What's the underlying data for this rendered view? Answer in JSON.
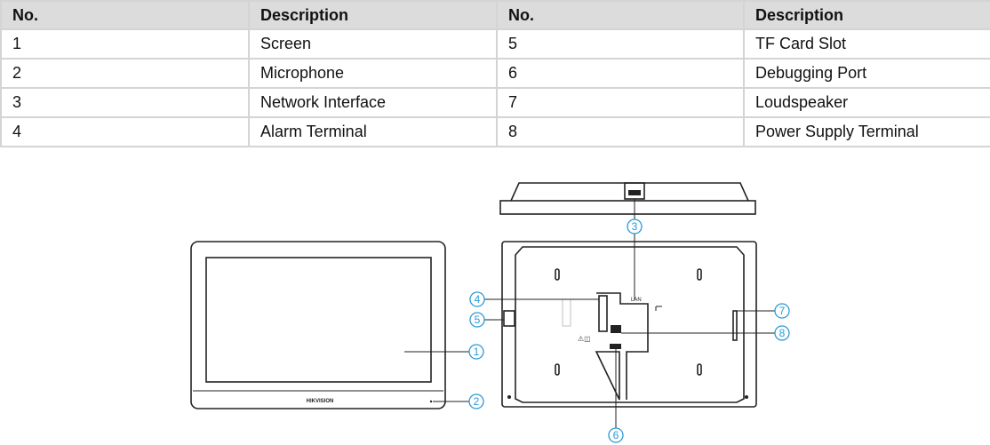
{
  "table": {
    "headers": [
      "No.",
      "Description",
      "No.",
      "Description"
    ],
    "rows": [
      [
        "1",
        "Screen",
        "5",
        "TF Card Slot"
      ],
      [
        "2",
        "Microphone",
        "6",
        "Debugging Port"
      ],
      [
        "3",
        "Network Interface",
        "7",
        "Loudspeaker"
      ],
      [
        "4",
        "Alarm Terminal",
        "8",
        "Power Supply Terminal"
      ]
    ]
  },
  "diagram": {
    "brand_logo": "HIKVISION",
    "port_label": "LAN",
    "callouts": [
      "1",
      "2",
      "3",
      "4",
      "5",
      "6",
      "7",
      "8"
    ],
    "callout_color": "#2a9ad6"
  }
}
